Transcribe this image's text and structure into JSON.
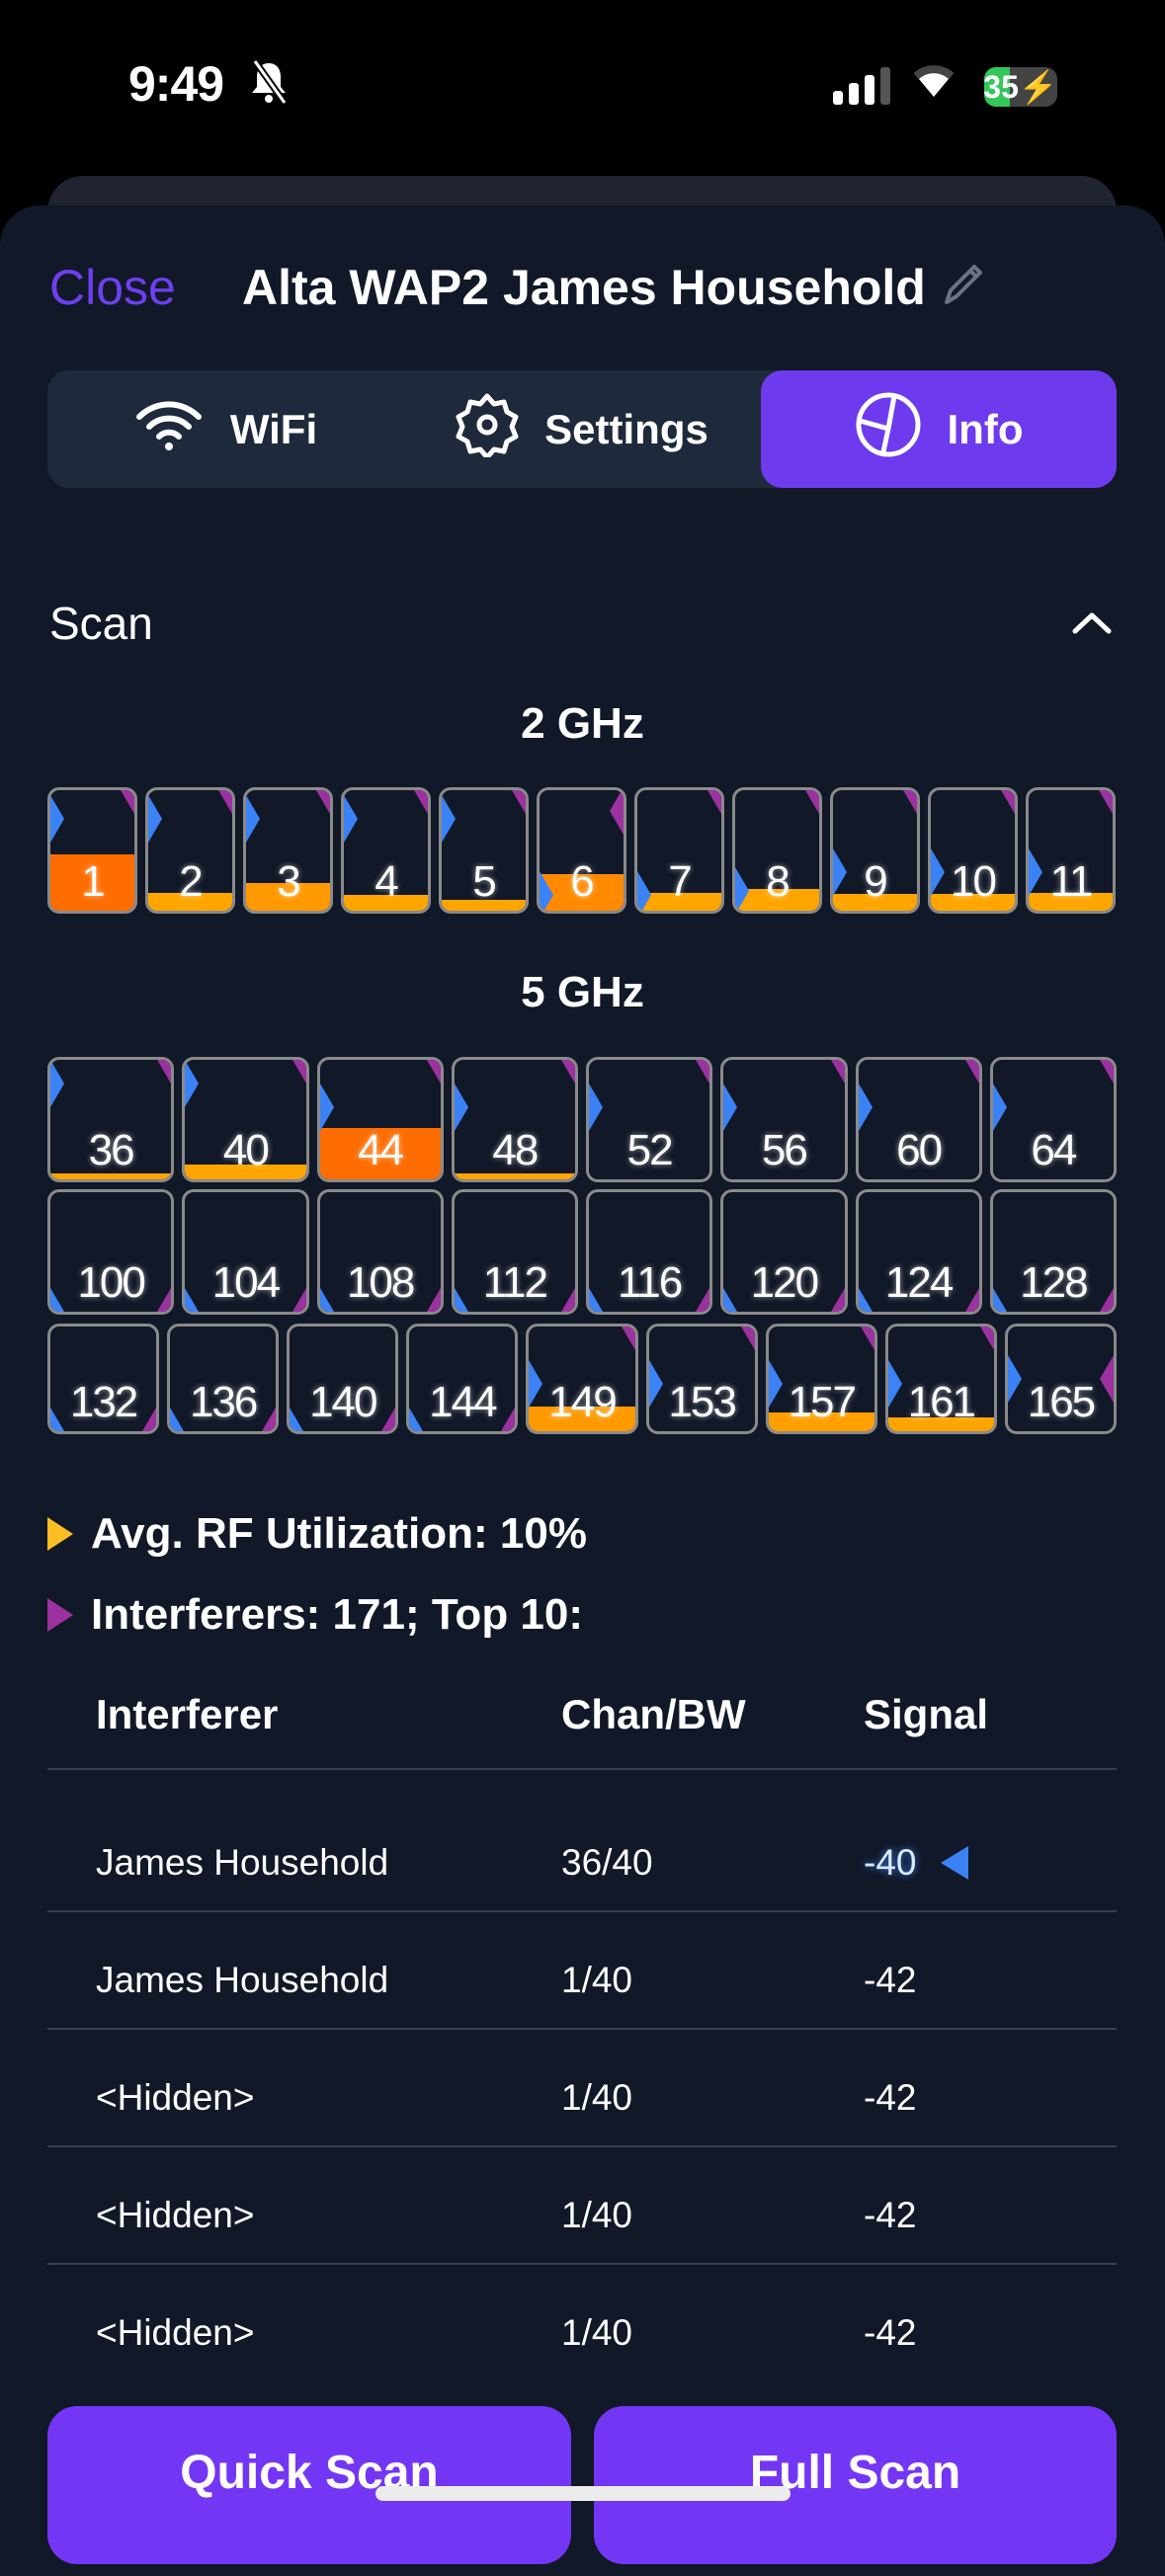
{
  "status_bar": {
    "time": "9:49",
    "battery": "35",
    "icons": [
      "bell-slash-icon",
      "cellular-signal-icon",
      "wifi-icon",
      "battery-charging-icon"
    ]
  },
  "header": {
    "close_label": "Close",
    "title": "Alta WAP2 James Household",
    "edit_icon": "pencil-icon"
  },
  "tabs": [
    {
      "label": "WiFi",
      "icon": "wifi-icon",
      "active": false
    },
    {
      "label": "Settings",
      "icon": "gear-icon",
      "active": false
    },
    {
      "label": "Info",
      "icon": "pie-chart-icon",
      "active": true
    }
  ],
  "scan": {
    "section_title": "Scan",
    "band_2ghz": "2 GHz",
    "band_5ghz": "5 GHz"
  },
  "colors": {
    "accent": "#6d3aed",
    "util_high": "#ff6d00",
    "util_mid": "#ff8c00",
    "util_low": "#ffa500",
    "signal_marker": "#3b82f6",
    "interferer_marker": "#9b32a0"
  },
  "channels_2ghz": [
    {
      "ch": "1",
      "util": 0.47,
      "color": "#ff6d00",
      "signal": 0.76,
      "interf": 1
    },
    {
      "ch": "2",
      "util": 0.15,
      "color": "#ffa500",
      "signal": 0.76,
      "interf": 1
    },
    {
      "ch": "3",
      "util": 0.23,
      "color": "#ff9900",
      "signal": 0.76,
      "interf": 1
    },
    {
      "ch": "4",
      "util": 0.13,
      "color": "#ffa500",
      "signal": 0.76,
      "interf": 1
    },
    {
      "ch": "5",
      "util": 0.09,
      "color": "#ffa500",
      "signal": 0.76,
      "interf": 1
    },
    {
      "ch": "6",
      "util": 0.3,
      "color": "#ff8a00",
      "signal": 0.13,
      "interf": 0.83
    },
    {
      "ch": "7",
      "util": 0.15,
      "color": "#ffa500",
      "signal": 0.13,
      "interf": 1
    },
    {
      "ch": "8",
      "util": 0.18,
      "color": "#ffa500",
      "signal": 0.16,
      "interf": 1
    },
    {
      "ch": "9",
      "util": 0.14,
      "color": "#ffa500",
      "signal": 0.32,
      "interf": 1
    },
    {
      "ch": "10",
      "util": 0.14,
      "color": "#ffa500",
      "signal": 0.32,
      "interf": 1
    },
    {
      "ch": "11",
      "util": 0.15,
      "color": "#ffa500",
      "signal": 0.32,
      "interf": 1
    }
  ],
  "channels_5ghz": [
    [
      {
        "ch": "36",
        "util": 0.05,
        "color": "#ffa500",
        "signal": 0.8,
        "interf": 1
      },
      {
        "ch": "40",
        "util": 0.12,
        "color": "#ffa500",
        "signal": 0.8,
        "interf": 1
      },
      {
        "ch": "44",
        "util": 0.43,
        "color": "#ff6d00",
        "signal": 0.6,
        "interf": 1
      },
      {
        "ch": "48",
        "util": 0.05,
        "color": "#ffa500",
        "signal": 0.6,
        "interf": 1
      },
      {
        "ch": "52",
        "util": 0,
        "color": "#ffa500",
        "signal": 0.6,
        "interf": 1
      },
      {
        "ch": "56",
        "util": 0,
        "color": "#ffa500",
        "signal": 0.6,
        "interf": 1
      },
      {
        "ch": "60",
        "util": 0,
        "color": "#ffa500",
        "signal": 0.6,
        "interf": 1
      },
      {
        "ch": "64",
        "util": 0,
        "color": "#ffa500",
        "signal": 0.6,
        "interf": 1
      }
    ],
    [
      {
        "ch": "100",
        "util": 0,
        "color": "#ffa500",
        "signal": 0,
        "interf": 0
      },
      {
        "ch": "104",
        "util": 0,
        "color": "#ffa500",
        "signal": 0,
        "interf": 0
      },
      {
        "ch": "108",
        "util": 0,
        "color": "#ffa500",
        "signal": 0,
        "interf": 0
      },
      {
        "ch": "112",
        "util": 0,
        "color": "#ffa500",
        "signal": 0,
        "interf": 0
      },
      {
        "ch": "116",
        "util": 0,
        "color": "#ffa500",
        "signal": 0,
        "interf": 0
      },
      {
        "ch": "120",
        "util": 0,
        "color": "#ffa500",
        "signal": 0,
        "interf": 0
      },
      {
        "ch": "124",
        "util": 0,
        "color": "#ffa500",
        "signal": 0,
        "interf": 0
      },
      {
        "ch": "128",
        "util": 0,
        "color": "#ffa500",
        "signal": 0,
        "interf": 0
      }
    ],
    [
      {
        "ch": "132",
        "util": 0,
        "color": "#ffa500",
        "signal": 0,
        "interf": 0
      },
      {
        "ch": "136",
        "util": 0,
        "color": "#ffa500",
        "signal": 0,
        "interf": 0
      },
      {
        "ch": "140",
        "util": 0,
        "color": "#ffa500",
        "signal": 0,
        "interf": 0
      },
      {
        "ch": "144",
        "util": 0,
        "color": "#ffa500",
        "signal": 0,
        "interf": 0
      },
      {
        "ch": "149",
        "util": 0.24,
        "color": "#ff9900",
        "signal": 0.45,
        "interf": 1
      },
      {
        "ch": "153",
        "util": 0,
        "color": "#ffa500",
        "signal": 0.45,
        "interf": 1
      },
      {
        "ch": "157",
        "util": 0.18,
        "color": "#ffa000",
        "signal": 0.45,
        "interf": 1
      },
      {
        "ch": "161",
        "util": 0.13,
        "color": "#ffa500",
        "signal": 0.45,
        "interf": 1
      },
      {
        "ch": "165",
        "util": 0,
        "color": "#ffa500",
        "signal": 0.5,
        "interf": 0.5
      }
    ]
  ],
  "summary": {
    "avg_util": "Avg. RF Utilization: 10%",
    "interferers": "Interferers: 171; Top 10:"
  },
  "table": {
    "headers": [
      "Interferer",
      "Chan/BW",
      "Signal"
    ],
    "rows": [
      {
        "name": "James Household",
        "chan": "36/40",
        "signal": "-40",
        "own": true
      },
      {
        "name": "James Household",
        "chan": "1/40",
        "signal": "-42"
      },
      {
        "name": "<Hidden>",
        "chan": "1/40",
        "signal": "-42"
      },
      {
        "name": "<Hidden>",
        "chan": "1/40",
        "signal": "-42"
      },
      {
        "name": "<Hidden>",
        "chan": "1/40",
        "signal": "-42"
      }
    ]
  },
  "buttons": {
    "quick_scan": "Quick Scan",
    "full_scan": "Full Scan"
  }
}
